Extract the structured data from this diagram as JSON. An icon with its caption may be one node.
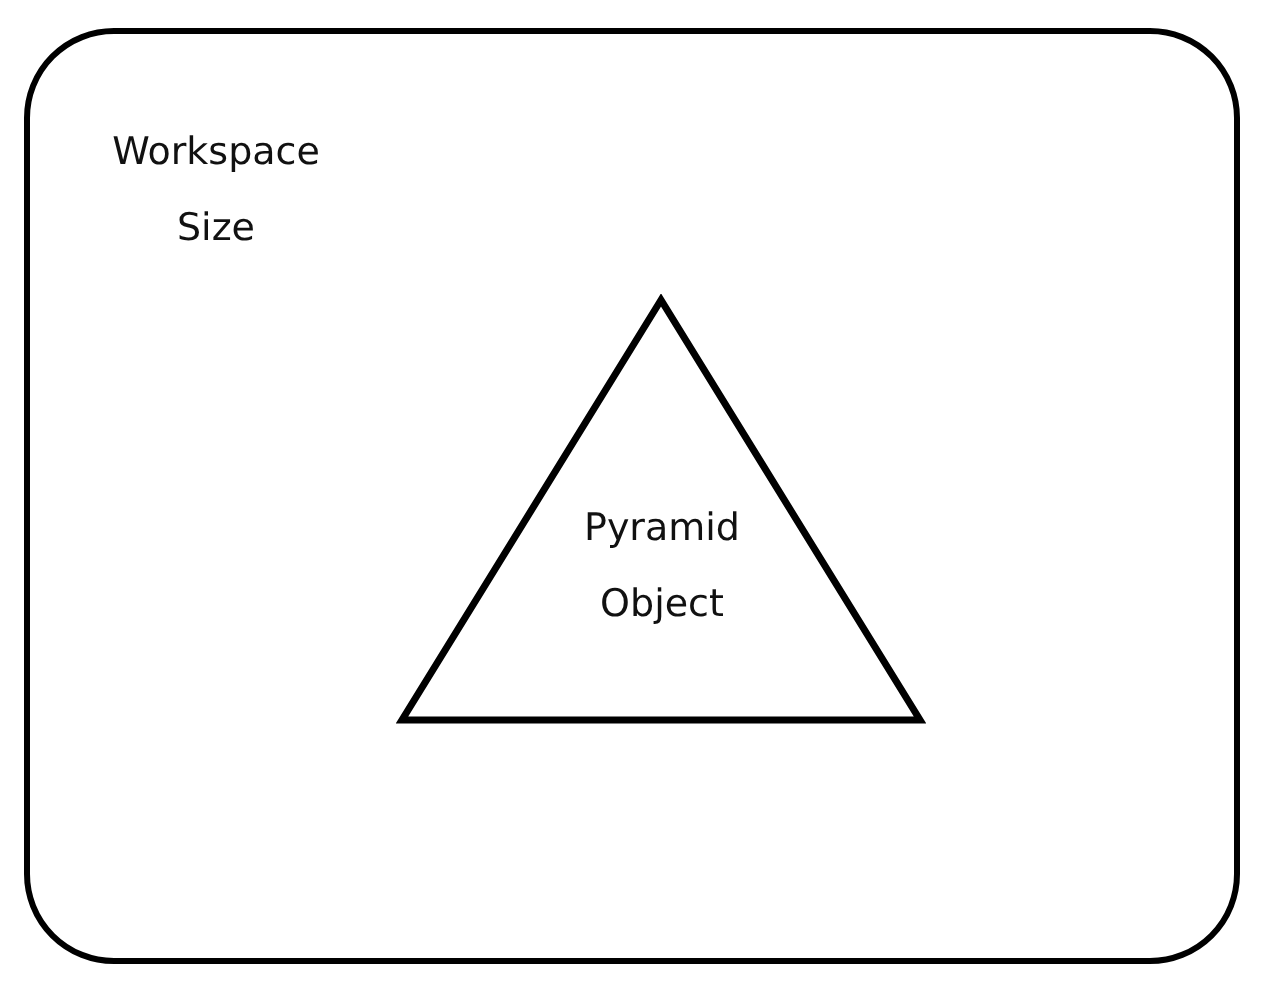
{
  "diagram": {
    "nodes": [
      {
        "text": [
          "Workspace Size"
        ]
      },
      {
        "text": [
          "Pyramid Object"
        ],
        "in": 0
      }
    ]
  }
}
